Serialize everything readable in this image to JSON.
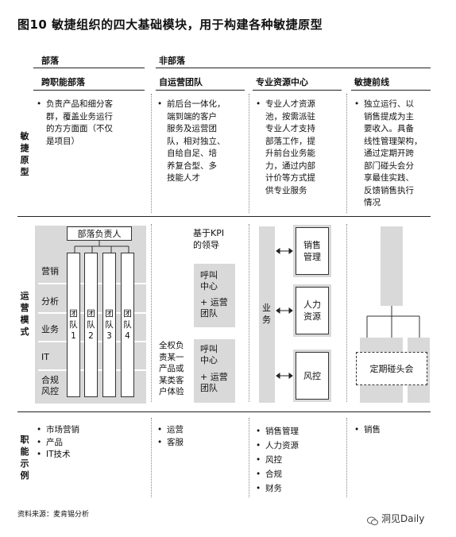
{
  "title": "图10 敏捷组织的四大基础模块，用于构建各种敏捷原型",
  "groups": {
    "tribe": "部落",
    "non_tribe": "非部落"
  },
  "columns": [
    "跨职能部落",
    "自运营团队",
    "专业资源中心",
    "敏捷前线"
  ],
  "rows": {
    "agile_prototype": [
      "敏",
      "捷",
      "原",
      "型"
    ],
    "operating_model": [
      "运",
      "营",
      "模",
      "式"
    ],
    "function_examples": [
      "职",
      "能",
      "示",
      "例"
    ]
  },
  "prototype": {
    "col1": [
      "负责产品和细分客",
      "群，覆盖业务运行",
      "的方方面面（不仅",
      "是项目）"
    ],
    "col2": [
      "前后台一体化，",
      "端到端的客户",
      "服务及运营团",
      "队，相对独立、",
      "自给自足、培",
      "养复合型、多",
      "技能人才"
    ],
    "col3": [
      "专业人才资源",
      "池，按需派驻",
      "专业人才支持",
      "部落工作，提",
      "升前台业务能",
      "力，通过内部",
      "计价等方式提",
      "供专业服务"
    ],
    "col4": [
      "独立运行、以",
      "销售提成为主",
      "要收入。具备",
      "线性管理架构，",
      "通过定期开跨",
      "部门碰头会分",
      "享最佳实践、",
      "反馈销售执行",
      "情况"
    ]
  },
  "operating": {
    "tribe_lead": "部落负责人",
    "functions": [
      "营销",
      "分析",
      "业务",
      "IT",
      "合规\n风控"
    ],
    "teams": [
      "团\n队\n1",
      "团\n队\n2",
      "团\n队\n3",
      "团\n队\n4"
    ],
    "kpi_label": "基于KPI\n的领导",
    "call_center": "呼叫\n中心",
    "plus_ops": "+ 运营\n团队",
    "full_auth": "全权负\n责某一\n产品或\n某类客\n户体验",
    "business": "业\n务",
    "centers": [
      "销售\n管理",
      "人力\n资源",
      "风控"
    ],
    "regular_meeting": "定期碰头会"
  },
  "examples": {
    "col1": [
      "市场营销",
      "产品",
      "IT技术"
    ],
    "col2": [
      "运营",
      "客服"
    ],
    "col3": [
      "销售管理",
      "人力资源",
      "风控",
      "合规",
      "财务"
    ],
    "col4": [
      "销售"
    ]
  },
  "source": "资料来源：麦肯锡分析",
  "watermark": "洞见Daily"
}
